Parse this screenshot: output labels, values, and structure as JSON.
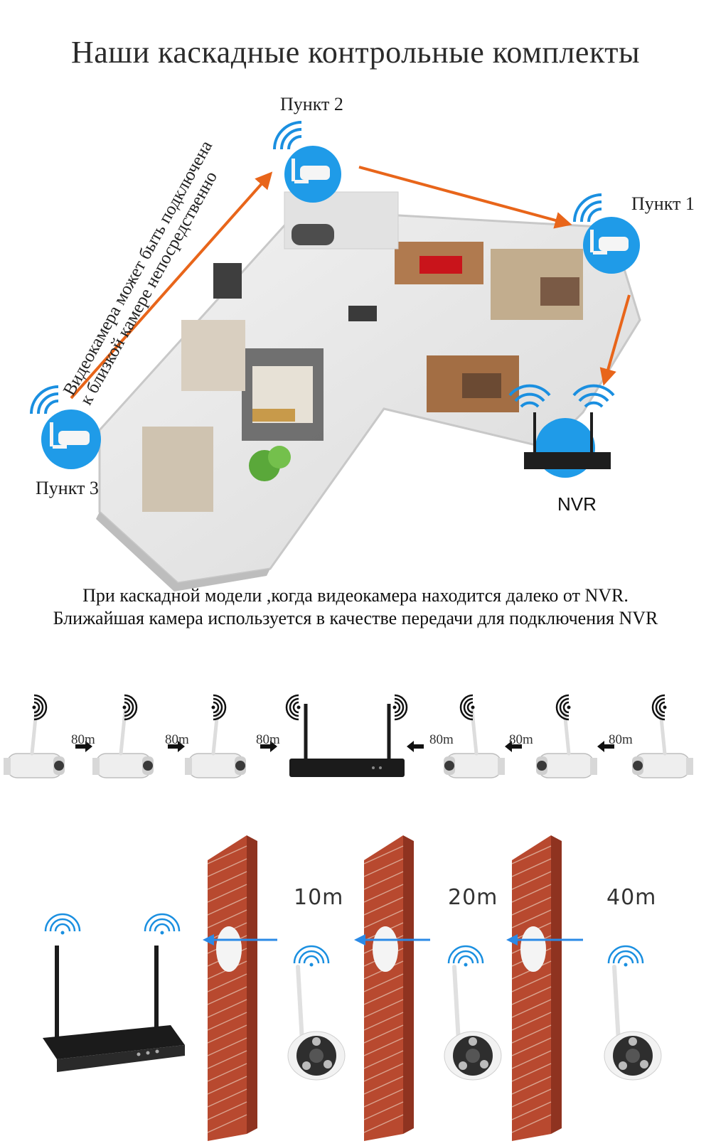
{
  "title": "Наши каскадные контрольные комплекты",
  "plan": {
    "diagonal_text": [
      "Видеокамера может быть подключена",
      "к близкой камере непосредственно"
    ],
    "points": {
      "p1": "Пункт 1",
      "p2": "Пункт 2",
      "p3": "Пункт 3"
    },
    "nvr_label": "NVR"
  },
  "caption": {
    "line1": "При каскадной модели ,когда видеокамера находится далеко от NVR.",
    "line2": "Ближайшая камера используется в качестве передачи для подключения NVR"
  },
  "chain": {
    "distances": [
      "80m",
      "80m",
      "80m",
      "80m",
      "80m",
      "80m"
    ]
  },
  "walls": {
    "distances": [
      "10m",
      "20m",
      "40m"
    ]
  },
  "colors": {
    "arrow_orange": "#e8651a",
    "arrow_blue": "#2b8ae6",
    "wifi_blue": "#1a8fe0",
    "camera_circle": "#1f9be8",
    "brick": "#b8492f"
  },
  "icons": [
    "wifi-icon",
    "camera-icon",
    "nvr-icon",
    "brick-wall-icon",
    "arrow-icon"
  ]
}
